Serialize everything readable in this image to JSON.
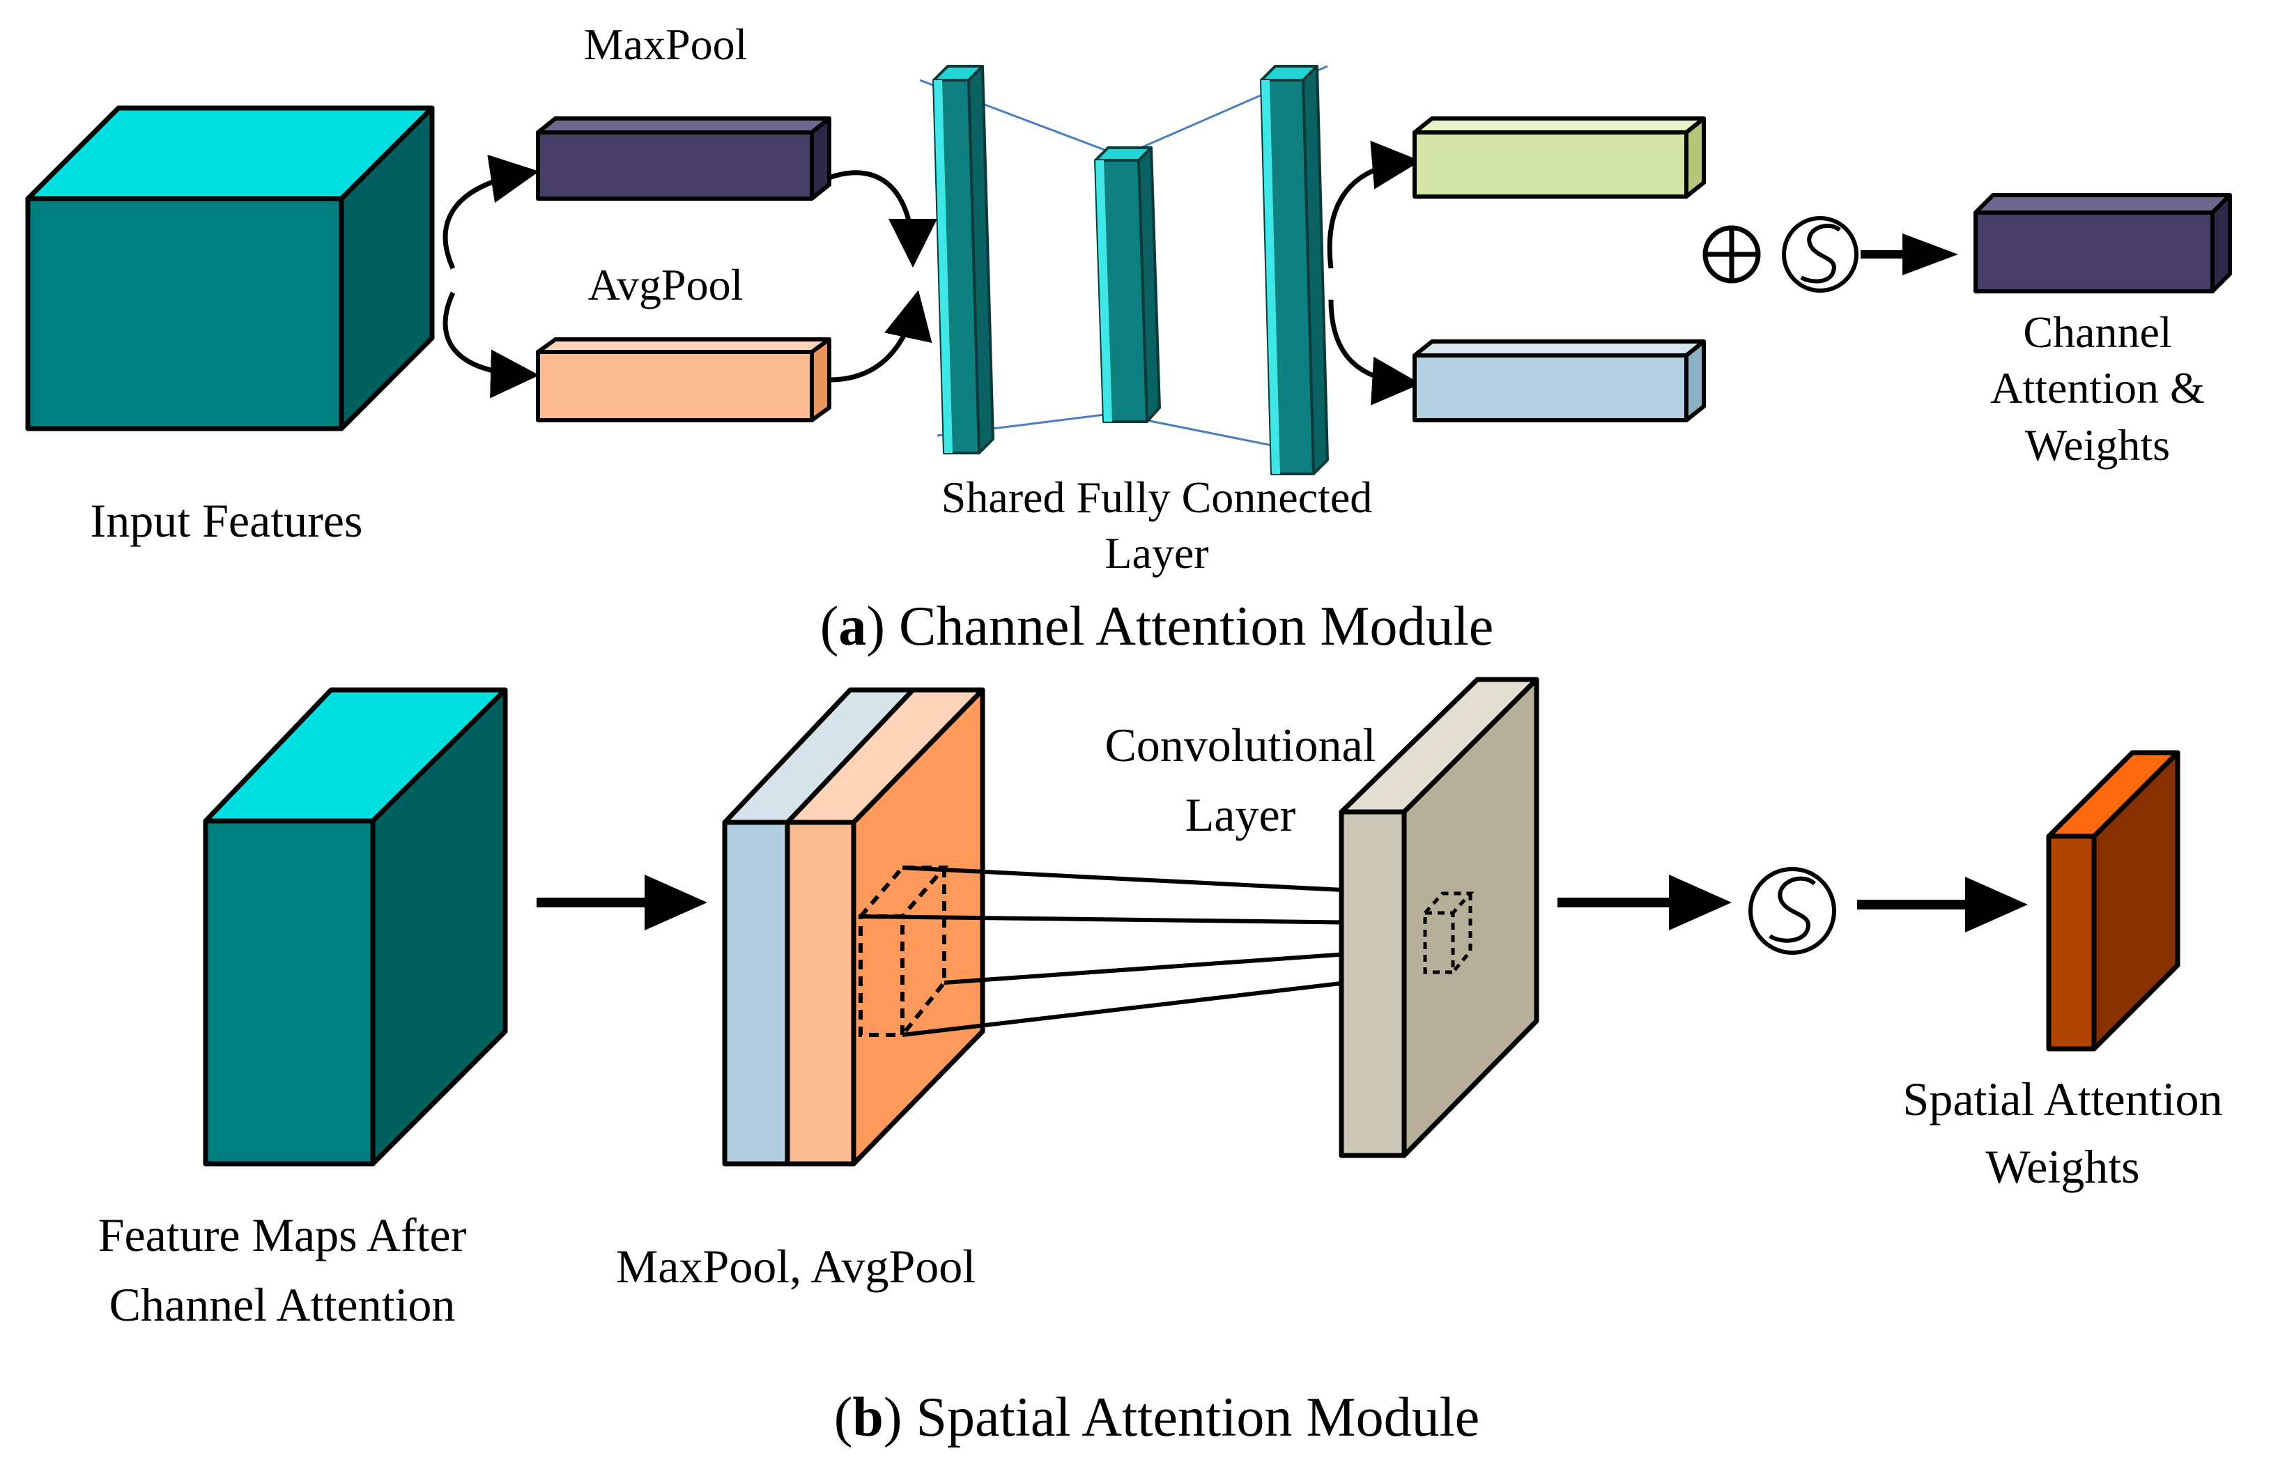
{
  "colors": {
    "input_front": "#007F7F",
    "input_top": "#00E0E0",
    "input_side": "#006060",
    "maxpool": "#463E66",
    "avgpool": "#FDBB93",
    "fc": "#0E8080",
    "fc_light": "#22D5D5",
    "out_top": "#D5E4A8",
    "out_bottom": "#B2D0DF",
    "sa_slab_blue": "#B1CEDE",
    "sa_slab_peach": "#FDBB93",
    "sa_slab_orange": "#FF9A5C",
    "conv_front": "#CBC8B8",
    "conv_side": "#B5AE98",
    "sa_weight_front": "#B04400",
    "sa_weight_side": "#883000",
    "sa_weight_top": "#FF6A10",
    "fc_lines": "#4A7DC2"
  },
  "channel": {
    "maxpool_label": "MaxPool",
    "avgpool_label": "AvgPool",
    "input_label": "Input Features",
    "shared_fc_line1": "Shared Fully Connected",
    "shared_fc_line2": "Layer",
    "output_line1": "Channel",
    "output_line2": "Attention &",
    "output_line3": "Weights",
    "caption_letter": "a",
    "caption_open": "(",
    "caption_rest": ") Channel Attention Module"
  },
  "spatial": {
    "input_line1": "Feature Maps After",
    "input_line2": "Channel Attention",
    "pool_label": "MaxPool, AvgPool",
    "conv_line1": "Convolutional",
    "conv_line2": "Layer",
    "output_line1": "Spatial Attention",
    "output_line2": "Weights",
    "caption_letter": "b",
    "caption_open": "(",
    "caption_rest": ") Spatial Attention Module"
  }
}
